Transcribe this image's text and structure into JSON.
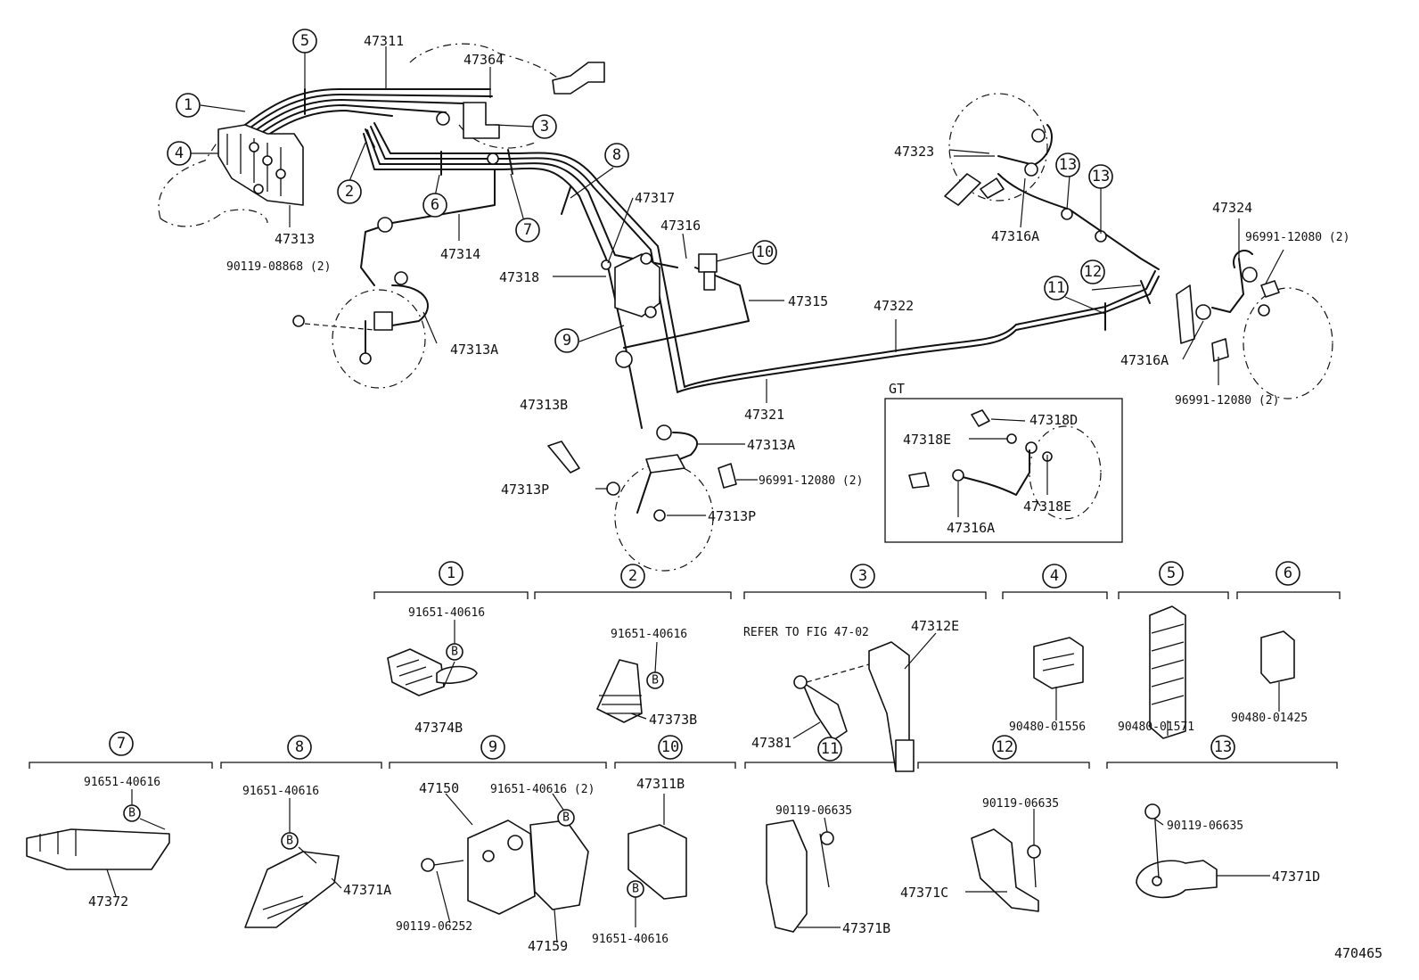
{
  "diagram_id": "470465",
  "gt_label": "GT",
  "refer_note": "REFER TO FIG 47-02",
  "b_mark": "B",
  "labels": [
    {
      "id": "l47311",
      "text": "47311"
    },
    {
      "id": "l47364",
      "text": "47364"
    },
    {
      "id": "l47313",
      "text": "47313"
    },
    {
      "id": "l47314",
      "text": "47314"
    },
    {
      "id": "l90119_08868",
      "text": "90119-08868 (2)"
    },
    {
      "id": "l47313A_a",
      "text": "47313A"
    },
    {
      "id": "l47317",
      "text": "47317"
    },
    {
      "id": "l47316",
      "text": "47316"
    },
    {
      "id": "l47318",
      "text": "47318"
    },
    {
      "id": "l47315",
      "text": "47315"
    },
    {
      "id": "l47322",
      "text": "47322"
    },
    {
      "id": "l47321",
      "text": "47321"
    },
    {
      "id": "l47313B",
      "text": "47313B"
    },
    {
      "id": "l47313A_b",
      "text": "47313A"
    },
    {
      "id": "l96991_a",
      "text": "96991-12080 (2)"
    },
    {
      "id": "l47313P_a",
      "text": "47313P"
    },
    {
      "id": "l47313P_b",
      "text": "47313P"
    },
    {
      "id": "l47323",
      "text": "47323"
    },
    {
      "id": "l47316A_a",
      "text": "47316A"
    },
    {
      "id": "l47324",
      "text": "47324"
    },
    {
      "id": "l96991_b",
      "text": "96991-12080 (2)"
    },
    {
      "id": "l47316A_b",
      "text": "47316A"
    },
    {
      "id": "l96991_c",
      "text": "96991-12080 (2)"
    },
    {
      "id": "l47318D",
      "text": "47318D"
    },
    {
      "id": "l47318E_a",
      "text": "47318E"
    },
    {
      "id": "l47318E_b",
      "text": "47318E"
    },
    {
      "id": "l47316A_c",
      "text": "47316A"
    },
    {
      "id": "l91651_1",
      "text": "91651-40616"
    },
    {
      "id": "l47374B",
      "text": "47374B"
    },
    {
      "id": "l91651_2",
      "text": "91651-40616"
    },
    {
      "id": "l47373B",
      "text": "47373B"
    },
    {
      "id": "l47312E",
      "text": "47312E"
    },
    {
      "id": "l47381",
      "text": "47381"
    },
    {
      "id": "l90480_01556",
      "text": "90480-01556"
    },
    {
      "id": "l90480_01571",
      "text": "90480-01571"
    },
    {
      "id": "l90480_01425",
      "text": "90480-01425"
    },
    {
      "id": "l91651_7",
      "text": "91651-40616"
    },
    {
      "id": "l47372",
      "text": "47372"
    },
    {
      "id": "l91651_8",
      "text": "91651-40616"
    },
    {
      "id": "l47371A",
      "text": "47371A"
    },
    {
      "id": "l47150",
      "text": "47150"
    },
    {
      "id": "l91651_9",
      "text": "91651-40616 (2)"
    },
    {
      "id": "l90119_06252",
      "text": "90119-06252"
    },
    {
      "id": "l47159",
      "text": "47159"
    },
    {
      "id": "l47311B",
      "text": "47311B"
    },
    {
      "id": "l91651_10",
      "text": "91651-40616"
    },
    {
      "id": "l90119_06635_a",
      "text": "90119-06635"
    },
    {
      "id": "l47371B",
      "text": "47371B"
    },
    {
      "id": "l90119_06635_b",
      "text": "90119-06635"
    },
    {
      "id": "l47371C",
      "text": "47371C"
    },
    {
      "id": "l90119_06635_c",
      "text": "90119-06635"
    },
    {
      "id": "l47371D",
      "text": "47371D"
    }
  ],
  "callouts": [
    {
      "id": "c1a",
      "text": "1"
    },
    {
      "id": "c2a",
      "text": "2"
    },
    {
      "id": "c3a",
      "text": "3"
    },
    {
      "id": "c4a",
      "text": "4"
    },
    {
      "id": "c5a",
      "text": "5"
    },
    {
      "id": "c6a",
      "text": "6"
    },
    {
      "id": "c7a",
      "text": "7"
    },
    {
      "id": "c8a",
      "text": "8"
    },
    {
      "id": "c9a",
      "text": "9"
    },
    {
      "id": "c10a",
      "text": "10"
    },
    {
      "id": "c11a",
      "text": "11"
    },
    {
      "id": "c12a",
      "text": "12"
    },
    {
      "id": "c13a",
      "text": "13"
    },
    {
      "id": "c13b",
      "text": "13"
    },
    {
      "id": "s1",
      "text": "1"
    },
    {
      "id": "s2",
      "text": "2"
    },
    {
      "id": "s3",
      "text": "3"
    },
    {
      "id": "s4",
      "text": "4"
    },
    {
      "id": "s5",
      "text": "5"
    },
    {
      "id": "s6",
      "text": "6"
    },
    {
      "id": "s7",
      "text": "7"
    },
    {
      "id": "s8",
      "text": "8"
    },
    {
      "id": "s9",
      "text": "9"
    },
    {
      "id": "s10",
      "text": "10"
    },
    {
      "id": "s11",
      "text": "11"
    },
    {
      "id": "s12",
      "text": "12"
    },
    {
      "id": "s13",
      "text": "13"
    }
  ]
}
